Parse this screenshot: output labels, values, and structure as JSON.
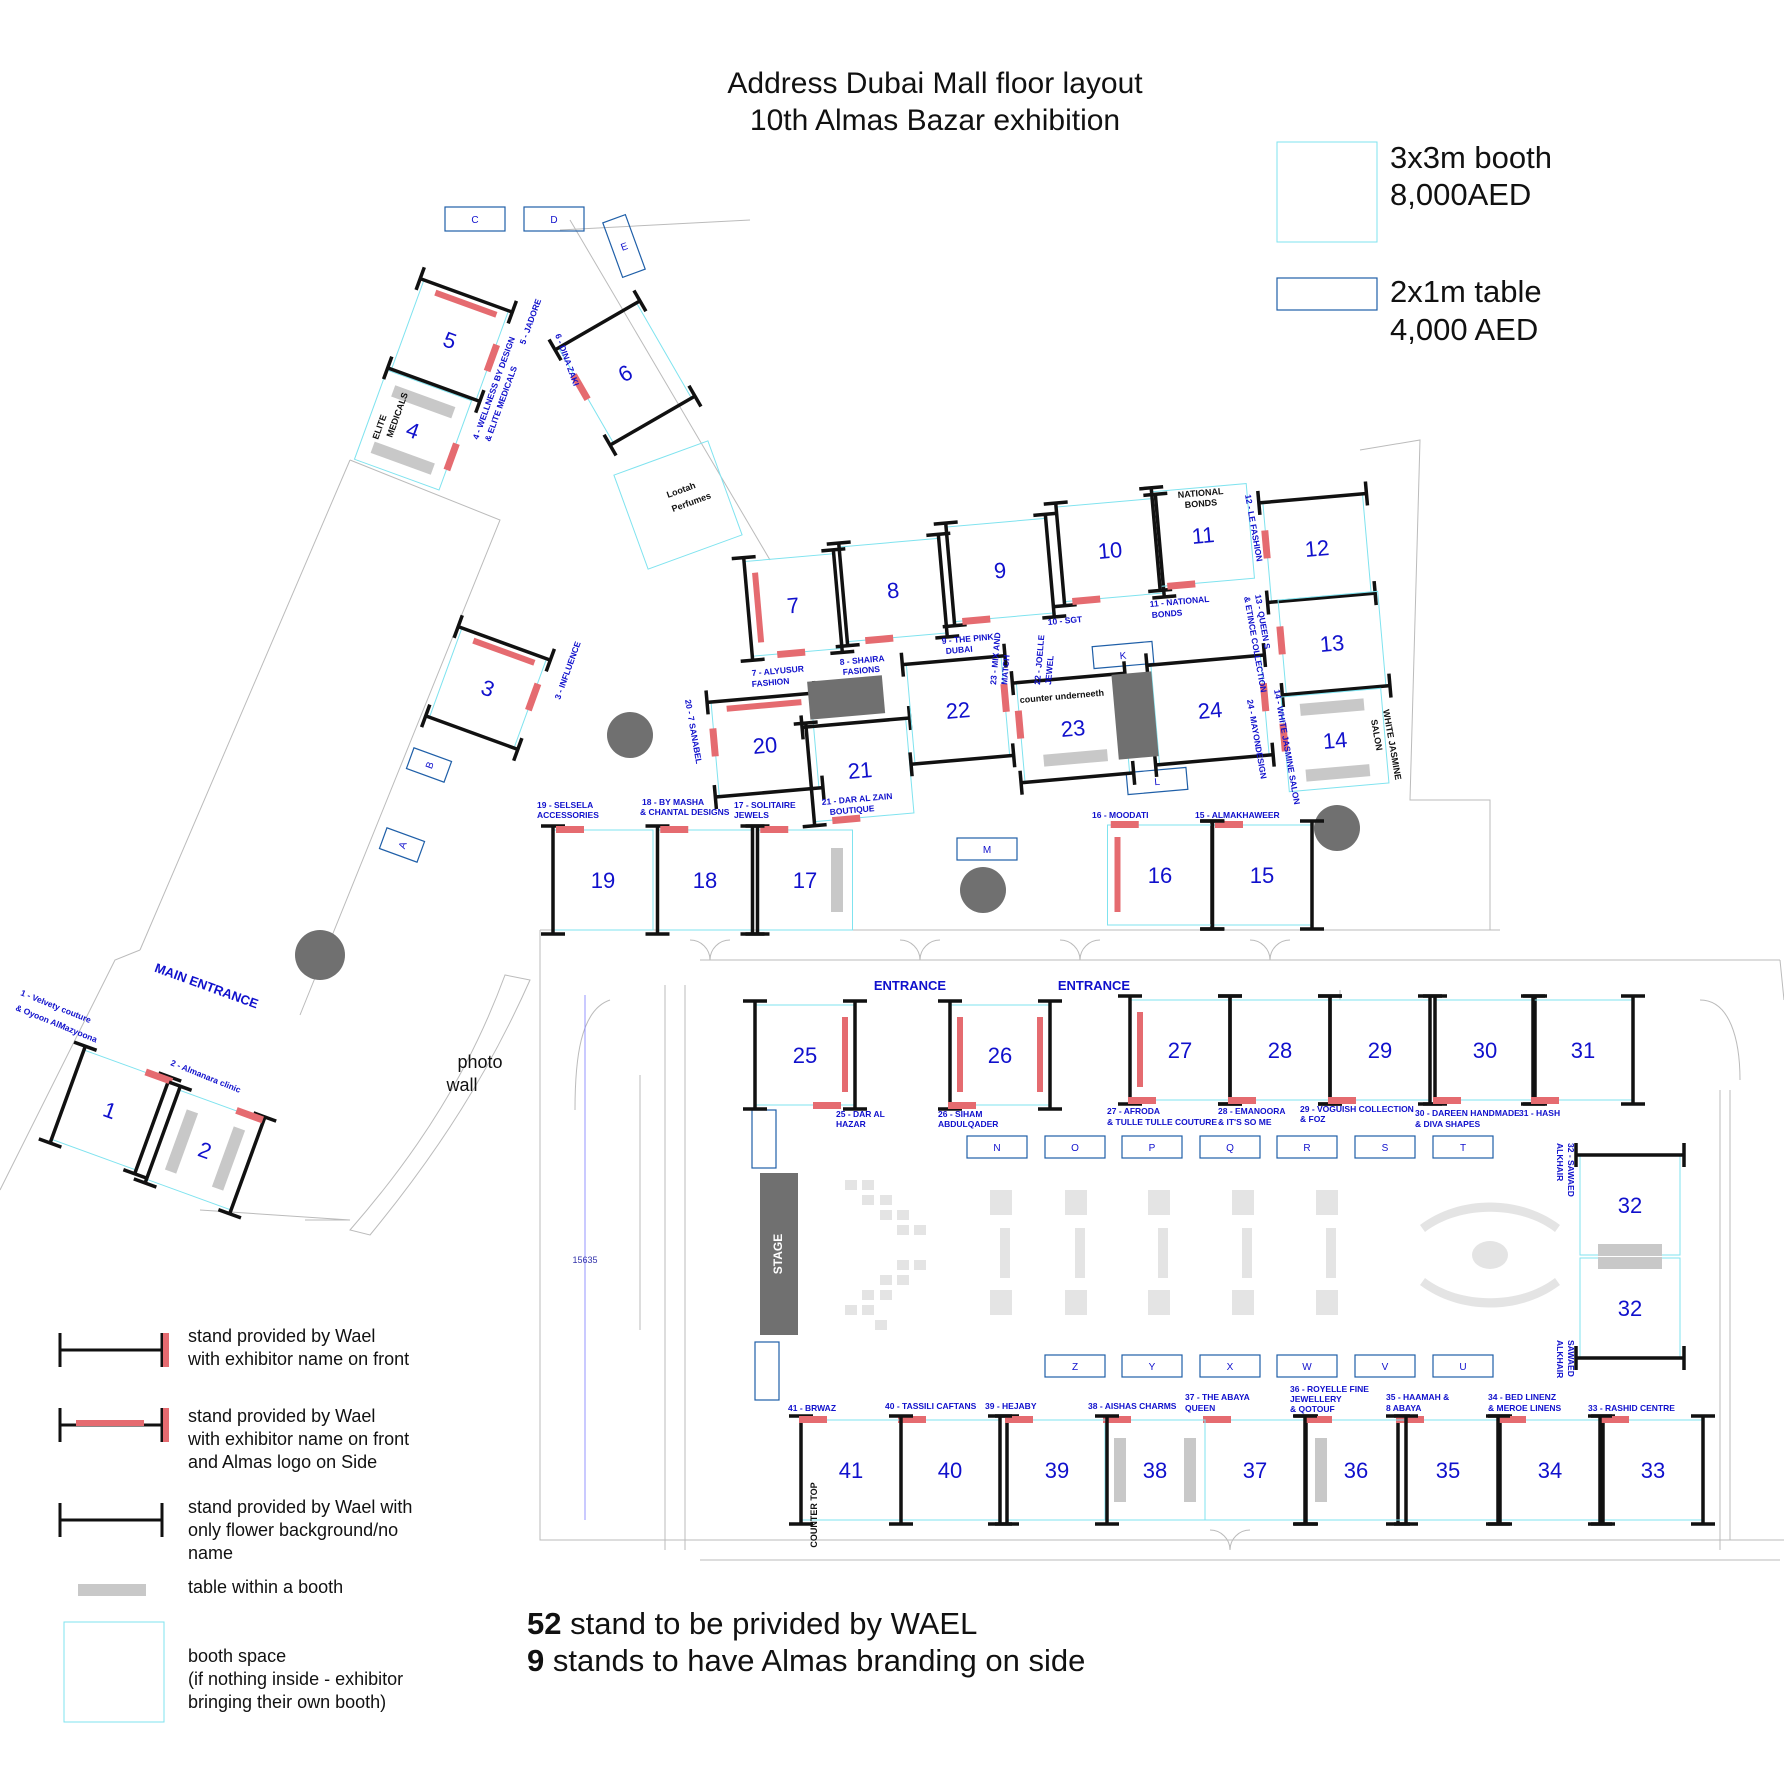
{
  "title": {
    "line1": "Address Dubai Mall floor layout",
    "line2": "10th Almas Bazar exhibition"
  },
  "pricing": {
    "booth_line1": "3x3m booth",
    "booth_line2": "8,000AED",
    "table_line1": "2x1m table",
    "table_line2": "4,000 AED"
  },
  "legend": {
    "item1_l1": "stand provided by Wael",
    "item1_l2": "with exhibitor name on front",
    "item2_l1": "stand provided by Wael",
    "item2_l2": "with exhibitor name on front",
    "item2_l3": "and Almas logo on Side",
    "item3_l1": "stand provided by Wael with",
    "item3_l2": "only flower background/no",
    "item3_l3": "name",
    "item4_l1": "table within a booth",
    "item5_l1": "booth space",
    "item5_l2": "(if nothing inside - exhibitor",
    "item5_l3": "bringing their own booth)"
  },
  "footer": {
    "n1": "52",
    "t1": " stand to be privided by WAEL",
    "n2": "9",
    "t2": " stands to have Almas branding on side"
  },
  "areas": {
    "main_entrance": "MAIN ENTRANCE",
    "entrance_1": "ENTRANCE",
    "entrance_2": "ENTRANCE",
    "photo_wall_1": "photo",
    "photo_wall_2": "wall",
    "stage": "STAGE",
    "counter_top": "COUNTER TOP",
    "counter_underneath": "counter underneeth",
    "dimension": "15635",
    "lootah_1": "Lootah",
    "lootah_2": "Perfumes",
    "elite_1": "ELITE",
    "elite_2": "MEDICALS",
    "national_1": "NATIONAL",
    "national_2": "BONDS",
    "white_jasmine_1": "WHITE JASMINE",
    "white_jasmine_2": "SALON"
  },
  "tables": [
    "A",
    "B",
    "C",
    "D",
    "E",
    "K",
    "L",
    "M",
    "N",
    "O",
    "P",
    "Q",
    "R",
    "S",
    "T",
    "U",
    "V",
    "W",
    "X",
    "Y",
    "Z"
  ],
  "booths": [
    "1",
    "2",
    "3",
    "4",
    "5",
    "6",
    "7",
    "8",
    "9",
    "10",
    "11",
    "12",
    "13",
    "14",
    "15",
    "16",
    "17",
    "18",
    "19",
    "20",
    "21",
    "22",
    "23",
    "24",
    "25",
    "26",
    "27",
    "28",
    "29",
    "30",
    "31",
    "32",
    "32",
    "33",
    "34",
    "35",
    "36",
    "37",
    "38",
    "39",
    "40",
    "41"
  ],
  "exhibitors": {
    "e1a": "1 - Velvety couture",
    "e1b": "& Oyoon AlMazyoona",
    "e2": "2 - Almanara clinic",
    "e3": "3 - INFLUENCE",
    "e4a": "4 - WELLNESS BY DESIGN",
    "e4b": "& ELITE MEDICALS",
    "e5": "5 - JADORE",
    "e6": "6 - DINA ZAKI",
    "e7a": "7 - ALYUSUR",
    "e7b": "FASHION",
    "e8a": "8 - SHAIRA",
    "e8b": "FASIONS",
    "e9a": "9 - THE PINK",
    "e9b": "DUBAI",
    "e10": "10 - SGT",
    "e11a": "11 - NATIONAL",
    "e11b": "BONDS",
    "e12": "12 - LE FASHION",
    "e13a": "13 - QUEEN S",
    "e13b": "& ETINCE COLLECTION",
    "e14": "14 - WHITE JASMINE SALON",
    "e15": "15 - ALMAKHAWEER",
    "e16": "16 - MOODATI",
    "e17a": "17 - SOLITAIRE",
    "e17b": "JEWELS",
    "e18a": "18 - BY MASHA",
    "e18b": "& CHANTAL DESIGNS",
    "e19a": "19 - SELSELA",
    "e19b": "ACCESSORIES",
    "e20": "20 - 7 SANABEL",
    "e21a": "21 - DAR AL ZAIN",
    "e21b": "BOUTIQUE",
    "e22a": "22 - JOELLE",
    "e22b": "JEWEL",
    "e23a": "23 - MIX AND",
    "e23b": "MATCH",
    "e24a": "24 - MAYONDESIGN",
    "e25a": "25 - DAR AL",
    "e25b": "HAZAR",
    "e26a": "26 - SIHAM",
    "e26b": "ABDULQADER",
    "e27a": "27 - AFRODA",
    "e27b": "& TULLE TULLE COUTURE",
    "e28a": "28 - EMANOORA",
    "e28b": "& IT'S SO ME",
    "e29a": "29 - VOGUISH COLLECTION",
    "e29b": "& FOZ",
    "e30a": "30 - DAREEN HANDMADE",
    "e30b": "& DIVA SHAPES",
    "e31": "31 - HASH",
    "e32a": "32 - SAWAED",
    "e32b": "ALKHAIR",
    "e32c": "SAWAED",
    "e32d": "ALKHAIR",
    "e33": "33 - RASHID CENTRE",
    "e34a": "34 - BED LINENZ",
    "e34b": "& MEROE LINENS",
    "e35a": "35 - HAAMAH &",
    "e35b": "8 ABAYA",
    "e36a": "36 - ROYELLE FINE",
    "e36b": "JEWELLERY",
    "e36c": "& QOTOUF",
    "e37a": "37 - THE ABAYA",
    "e37b": "QUEEN",
    "e38": "38 - AISHAS CHARMS",
    "e39": "39 - HEJABY",
    "e40": "40 - TASSILI CAFTANS",
    "e41": "41 - BRWAZ"
  },
  "colors": {
    "booth_outline": "#7fe3ef",
    "table_outline": "#1f5fa8",
    "stand": "#111111",
    "stand_front": "#e56b70",
    "table_in_booth": "#c8c8c8",
    "label": "#1010cc",
    "pillar": "#707070"
  }
}
